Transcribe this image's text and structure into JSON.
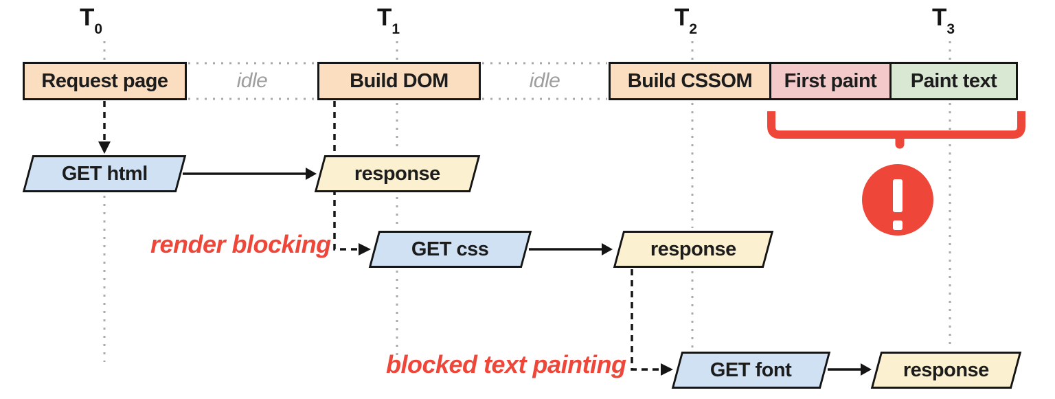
{
  "timeline": {
    "markers": [
      {
        "t": "T",
        "sub": "0"
      },
      {
        "t": "T",
        "sub": "1"
      },
      {
        "t": "T",
        "sub": "2"
      },
      {
        "t": "T",
        "sub": "3"
      }
    ],
    "blocks": [
      {
        "label": "Request page"
      },
      {
        "label": "idle"
      },
      {
        "label": "Build DOM"
      },
      {
        "label": "idle"
      },
      {
        "label": "Build CSSOM"
      },
      {
        "label": "First paint"
      },
      {
        "label": "Paint text"
      }
    ]
  },
  "network": {
    "html": {
      "request": "GET html",
      "response": "response"
    },
    "css": {
      "request": "GET css",
      "response": "response"
    },
    "font": {
      "request": "GET font",
      "response": "response"
    }
  },
  "annotations": {
    "render_blocking": "render blocking",
    "blocked_text_painting": "blocked text painting",
    "warning_icon": "exclamation-icon"
  },
  "colors": {
    "task_fill": "#FBDEC0",
    "request_fill": "#CFE1F3",
    "response_fill": "#FBF0CF",
    "first_paint_fill": "#F3C9C9",
    "paint_text_fill": "#D9E8D2",
    "alert_red": "#EF463A",
    "idle_gray": "#9E9E9E",
    "line_black": "#151515",
    "dotted_gray": "#A9A9A9"
  }
}
